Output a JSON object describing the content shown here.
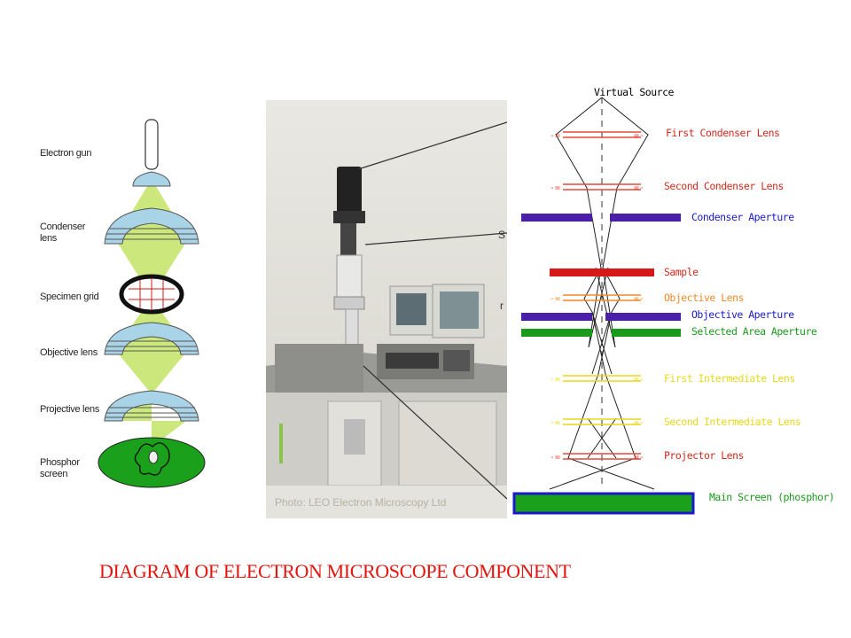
{
  "caption": "DIAGRAM  OF ELECTRON MICROSCOPE COMPONENT",
  "left_diagram": {
    "labels": [
      {
        "key": "electron-gun",
        "text": "Electron gun"
      },
      {
        "key": "condenser-lens",
        "text": "Condenser\nlens"
      },
      {
        "key": "specimen-grid",
        "text": "Specimen grid"
      },
      {
        "key": "objective-lens",
        "text": "Objective lens"
      },
      {
        "key": "projective-lens",
        "text": "Projective lens"
      },
      {
        "key": "phosphor-screen",
        "text": "Phosphor\nscreen"
      }
    ]
  },
  "photo": {
    "credit": "Photo: LEO Electron Microscopy Ltd",
    "cut_off_labels": [
      "S",
      "r"
    ]
  },
  "ray_diagram": {
    "labels": [
      {
        "key": "virtual-source",
        "text": "Virtual Source",
        "color": "#000000"
      },
      {
        "key": "first-condenser-lens",
        "text": "First Condenser Lens",
        "color": "#d42a1e"
      },
      {
        "key": "second-condenser-lens",
        "text": "Second Condenser Lens",
        "color": "#d42a1e"
      },
      {
        "key": "condenser-aperture",
        "text": "Condenser Aperture",
        "color": "#1a1acc"
      },
      {
        "key": "sample",
        "text": "Sample",
        "color": "#d42a1e"
      },
      {
        "key": "objective-lens",
        "text": "Objective Lens",
        "color": "#f08a2a"
      },
      {
        "key": "objective-aperture",
        "text": "Objective Aperture",
        "color": "#1a1acc"
      },
      {
        "key": "selected-area-aperture",
        "text": "Selected Area Aperture",
        "color": "#1a9a1a"
      },
      {
        "key": "first-intermediate-lens",
        "text": "First Intermediate Lens",
        "color": "#e8d81a"
      },
      {
        "key": "second-intermediate-lens",
        "text": "Second Intermediate Lens",
        "color": "#e8d81a"
      },
      {
        "key": "projector-lens",
        "text": "Projector Lens",
        "color": "#d42a1e"
      },
      {
        "key": "main-screen",
        "text": "Main Screen (phosphor)",
        "color": "#1a9a1a"
      }
    ]
  },
  "colors": {
    "caption": "#e3150f",
    "lens_blue": "#a9d3e6",
    "beam_green": "#cce87c",
    "screen_green": "#1aa01a",
    "aperture_purple": "#4b1fa8",
    "sample_red": "#d61818"
  }
}
